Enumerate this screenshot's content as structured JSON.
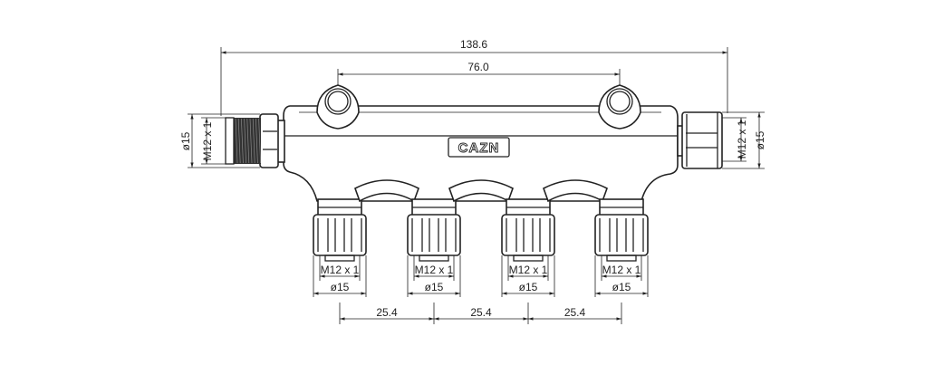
{
  "dimensions": {
    "overall_length": "138.6",
    "mount_hole_spacing": "76.0",
    "port_pitch": [
      "25.4",
      "25.4",
      "25.4"
    ]
  },
  "left_connector": {
    "thread": "M12 x 1",
    "diameter": "ø15"
  },
  "right_connector": {
    "thread": "M12 x 1",
    "diameter": "ø15"
  },
  "bottom_ports": [
    {
      "thread": "M12 x 1",
      "diameter": "ø15"
    },
    {
      "thread": "M12 x 1",
      "diameter": "ø15"
    },
    {
      "thread": "M12 x 1",
      "diameter": "ø15"
    },
    {
      "thread": "M12 x 1",
      "diameter": "ø15"
    }
  ],
  "logo": "CAZN"
}
